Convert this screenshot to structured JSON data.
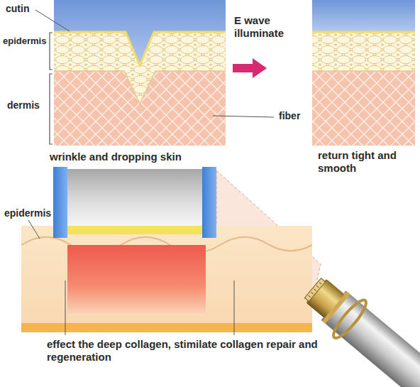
{
  "diagram": {
    "labels": [
      "cutin",
      "epidermis",
      "E wave illuminate",
      "dermis",
      "fiber",
      "wrinkle and dropping skin",
      "return tight and smooth",
      "epidermis",
      "effect the deep collagen, stimilate collagen repair and regeneration"
    ]
  }
}
